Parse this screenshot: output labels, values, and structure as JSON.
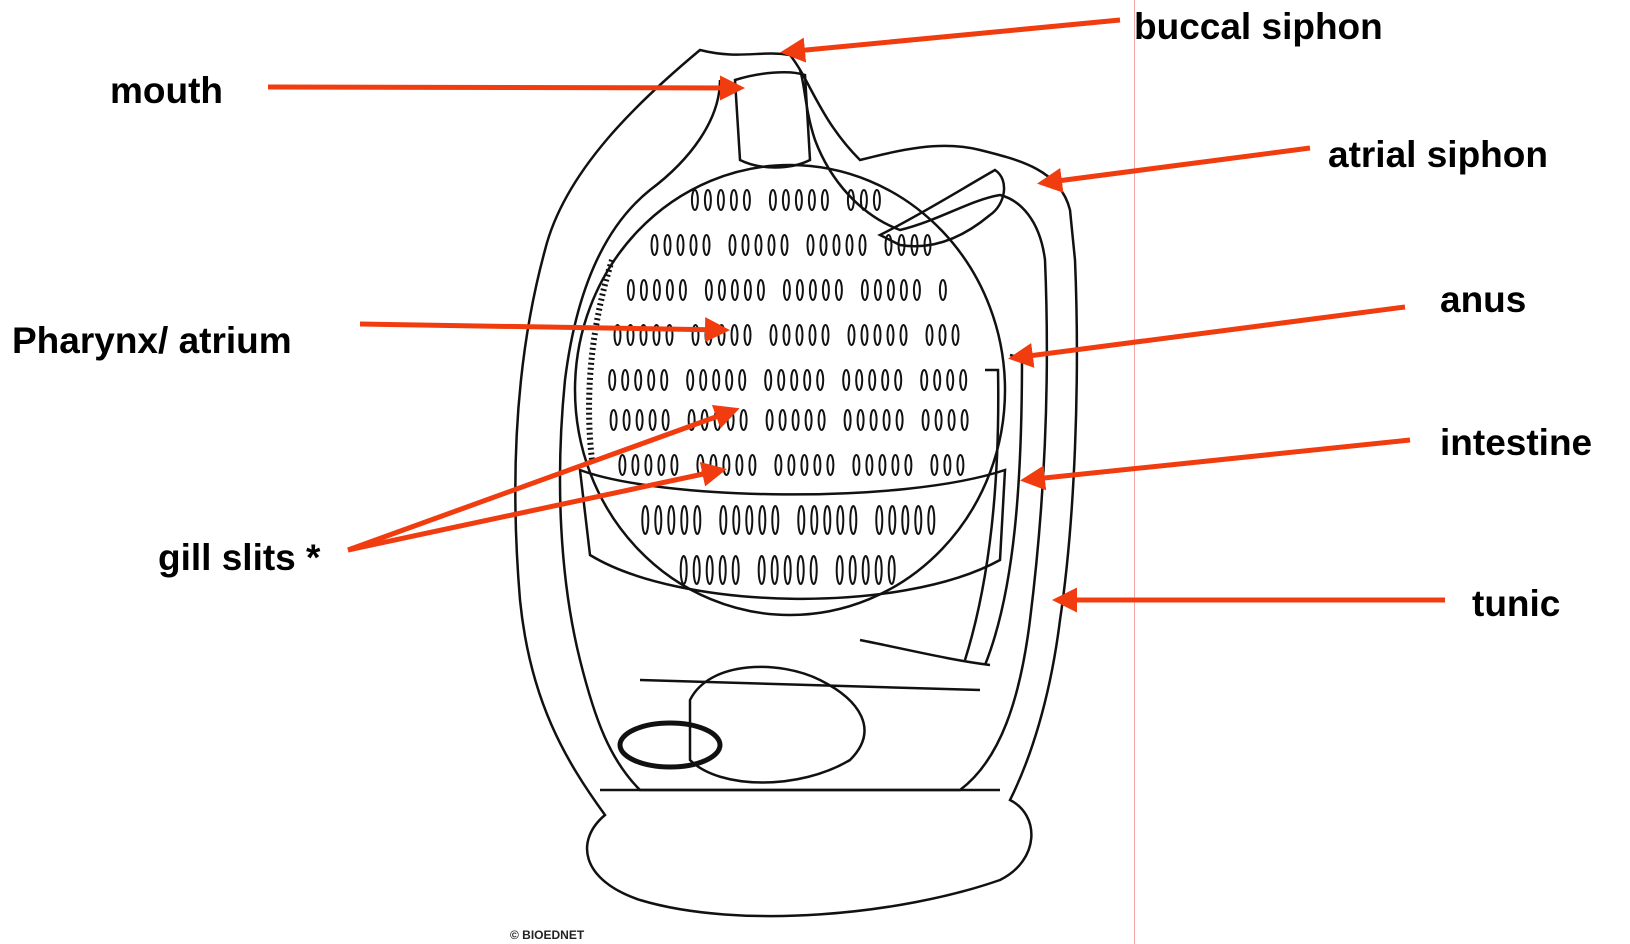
{
  "labels": {
    "buccal_siphon": "buccal siphon",
    "mouth": "mouth",
    "atrial_siphon": "atrial siphon",
    "anus": "anus",
    "pharynx_atrium": "Pharynx/ atrium",
    "intestine": "intestine",
    "gill_slits": "gill slits *",
    "tunic": "tunic"
  },
  "credit": "© BIOEDNET",
  "colors": {
    "arrow": "#f03c0f",
    "line": "#111111",
    "guide": "#f2a6a6",
    "background": "#ffffff"
  }
}
